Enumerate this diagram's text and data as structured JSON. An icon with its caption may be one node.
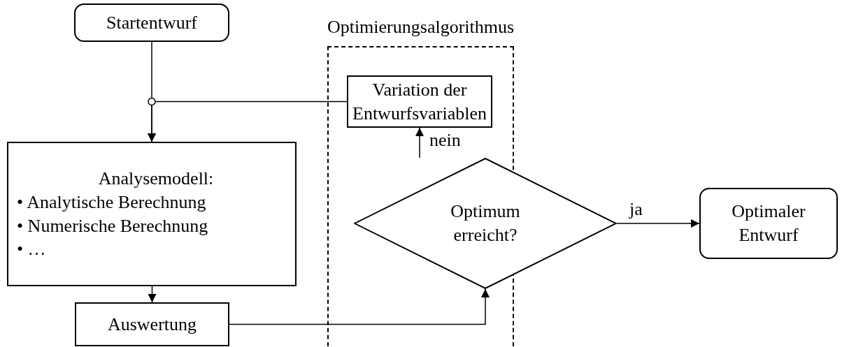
{
  "diagram": {
    "nodes": [
      {
        "text": [
          "Startentwurf"
        ]
      },
      {
        "text": [
          "Optimierungsalgorithmus"
        ]
      },
      {
        "text": [
          "Variation der Entwurfsvariablen"
        ],
        "in": 1
      },
      {
        "text": [
          "Optimum erreicht?"
        ]
      },
      {
        "text": [
          "Analysemodell:",
          "• Analytische Berechnung",
          "• Numerische Berechnung",
          "• …"
        ]
      },
      {
        "text": [
          "Auswertung"
        ]
      },
      {
        "text": [
          "Optimaler Entwurf"
        ]
      }
    ],
    "edges": [
      {
        "from": 0,
        "to": 4,
        "arrow": "to"
      },
      {
        "from": 2,
        "to": 4,
        "arrow": "to"
      },
      {
        "from": 4,
        "to": 5,
        "arrow": "to"
      },
      {
        "from": 5,
        "to": 3,
        "arrow": "to"
      },
      {
        "from": 3,
        "to": 2,
        "arrow": "to",
        "label": "nein"
      },
      {
        "from": 3,
        "to": 6,
        "arrow": "to",
        "label": "ja"
      }
    ]
  }
}
